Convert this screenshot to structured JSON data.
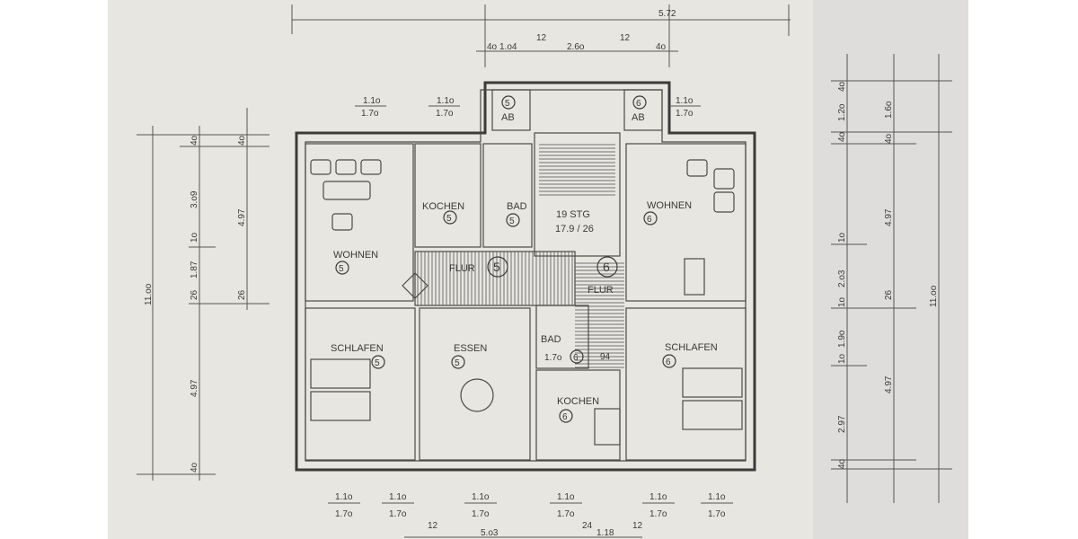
{
  "rooms": {
    "wohnen_5": {
      "name": "WOHNEN",
      "unit": "5"
    },
    "kochen_5": {
      "name": "KOCHEN",
      "unit": "5"
    },
    "bad_5": {
      "name": "BAD",
      "unit": "5"
    },
    "ab_5": {
      "name": "AB",
      "unit": "5"
    },
    "flur_5": {
      "name": "FLUR",
      "unit": "5"
    },
    "schlafen_5": {
      "name": "SCHLAFEN",
      "unit": "5"
    },
    "essen_5": {
      "name": "ESSEN",
      "unit": "5"
    },
    "wohnen_6": {
      "name": "WOHNEN",
      "unit": "6"
    },
    "ab_6": {
      "name": "AB",
      "unit": "6"
    },
    "flur_6": {
      "name": "FLUR",
      "unit": "6"
    },
    "bad_6": {
      "name": "BAD",
      "unit": "6",
      "width": "1.7o"
    },
    "kochen_6": {
      "name": "KOCHEN",
      "unit": "6"
    },
    "schlafen_6": {
      "name": "SCHLAFEN",
      "unit": "6"
    },
    "stair": {
      "line1": "19 STG",
      "line2": "17.9 / 26",
      "door": "94"
    }
  },
  "dimensions": {
    "top": {
      "overall": "5.72",
      "row2": [
        "4o",
        "1.o4",
        "12",
        "2.6o",
        "12",
        "4o"
      ]
    },
    "window_top": "1.1o",
    "window_bottom": "1.7o",
    "bottom": [
      "12",
      "5.o3",
      "24",
      "1.18",
      "12"
    ],
    "left_outer": "11.oo",
    "left_mid": [
      "4o",
      "3.o9",
      "1o",
      "1.87",
      "26",
      "4.97",
      "4o"
    ],
    "left_inner": [
      "4o",
      "4.97",
      "26"
    ],
    "right_inner": [
      "4o",
      "1.2o",
      "4o",
      "1o",
      "2.o3",
      "1o",
      "1.9o",
      "1o",
      "2.97",
      "4o"
    ],
    "right_mid": [
      "1.6o",
      "4o",
      "4.97",
      "26",
      "4.97"
    ],
    "right_outer": "11.oo"
  },
  "colors": {
    "paper": "#e6e5e0",
    "ink": "#3b3b39"
  }
}
